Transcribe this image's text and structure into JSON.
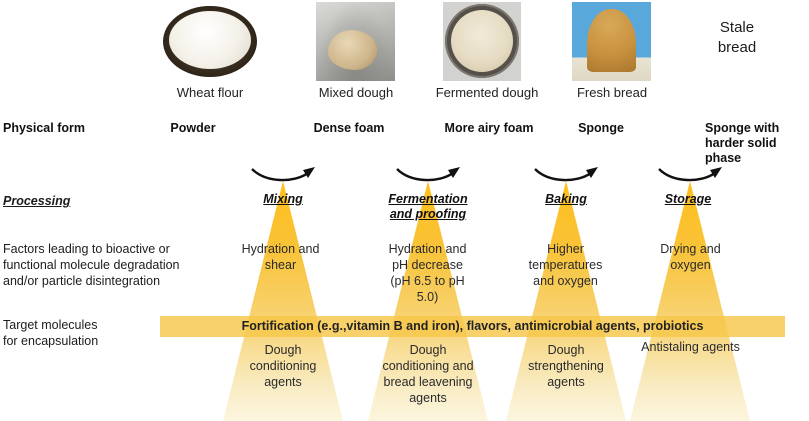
{
  "figure": {
    "stages": [
      {
        "caption": "Wheat flour",
        "physical_form": "Powder"
      },
      {
        "caption": "Mixed dough",
        "physical_form": "Dense foam"
      },
      {
        "caption": "Fermented dough",
        "physical_form": "More airy foam"
      },
      {
        "caption": "Fresh bread",
        "physical_form": "Sponge"
      },
      {
        "caption": "Stale\nbread",
        "physical_form": "Sponge with\nharder solid phase"
      }
    ],
    "row_labels": {
      "physical_form": "Physical form",
      "processing": "Processing",
      "factors": "Factors leading to bioactive or\nfunctional molecule degradation\nand/or particle disintegration",
      "target": "Target molecules\nfor encapsulation"
    },
    "processes": [
      {
        "name": "Mixing",
        "factors": "Hydration and\nshear",
        "agents": "Dough\nconditioning\nagents"
      },
      {
        "name": "Fermentation\nand proofing",
        "factors": "Hydration and\npH decrease\n(pH 6.5 to pH\n5.0)",
        "agents": "Dough\nconditioning and\nbread leavening\nagents"
      },
      {
        "name": "Baking",
        "factors": "Higher\ntemperatures\nand oxygen",
        "agents": "Dough\nstrengthening\nagents"
      },
      {
        "name": "Storage",
        "factors": "Drying and\noxygen",
        "agents": "Antistaling agents"
      }
    ],
    "band_text": "Fortification  (e.g.,vitamin B and iron), flavors, antimicrobial agents, probiotics",
    "colors": {
      "beam_top": "#FFBF1C",
      "beam_bottom": "#FCF6DE",
      "band": "#F7C749",
      "bread_background": "#58A8DC"
    }
  }
}
